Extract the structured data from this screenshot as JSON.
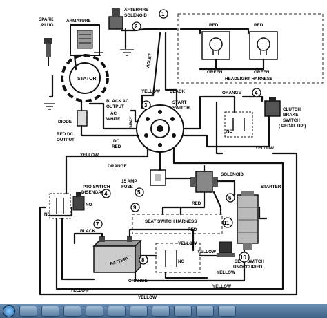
{
  "labels": {
    "spark_plug": [
      "SPARK",
      "PLUG"
    ],
    "armature": "ARMATURE",
    "afterfire": [
      "AFTERFIRE",
      "SOLENOID"
    ],
    "red1": "RED",
    "red2": "RED",
    "green1": "GREEN",
    "green2": "GREEN",
    "headlight": "HEADLIGHT HARNESS",
    "violet": "VIOLET",
    "stator": "STATOR",
    "yellow_top": "YELLOW",
    "black_top": "BLACK",
    "orange_top": "ORANGE",
    "black_ac": [
      "BLACK AC",
      "OUTPUT"
    ],
    "start_switch": [
      "START",
      "SWITCH"
    ],
    "clutch": [
      "CLUTCH",
      "BRAKE",
      "SWITCH",
      "( PEDAL UP )"
    ],
    "ac_white": [
      "AC",
      "WHITE"
    ],
    "gray": "GRAY",
    "diode": "DIODE",
    "red_dc": [
      "RED DC",
      "OUTPUT"
    ],
    "dc_red": [
      "DC",
      "RED"
    ],
    "nc_clutch": "NC",
    "yellow_clutch": "YELLOW",
    "yellow_mid": "YELLOW",
    "orange_mid": "ORANGE",
    "solenoid": "SOLENOID",
    "pto": [
      "PTO SWITCH",
      "DISENGAGED"
    ],
    "fuse": [
      "15 AMP",
      "FUSE"
    ],
    "starter": "STARTER",
    "red_fuse": "RED",
    "no": "NO",
    "nc_left": "NC",
    "seat_harness": "SEAT SWITCH HARNESS",
    "red_seat": "RED",
    "black_batt": "BLACK",
    "battery": "BATTERY",
    "yellow_b1": "YELLOW",
    "yellow_b2": "YELLOW",
    "nc_seat": "NC",
    "seat_switch": [
      "SEAT SWITCH",
      "UNOCCUPIED"
    ],
    "orange_bottom": "ORANGE",
    "yellow_b3": "YELLOW",
    "yellow_b4": "YELLOW",
    "yellow_b5": "YELLOW",
    "yellow_b6": "YELLOW"
  },
  "callouts": [
    "1",
    "2",
    "3",
    "4",
    "4",
    "5",
    "6",
    "7",
    "8",
    "9",
    "10",
    "11"
  ]
}
